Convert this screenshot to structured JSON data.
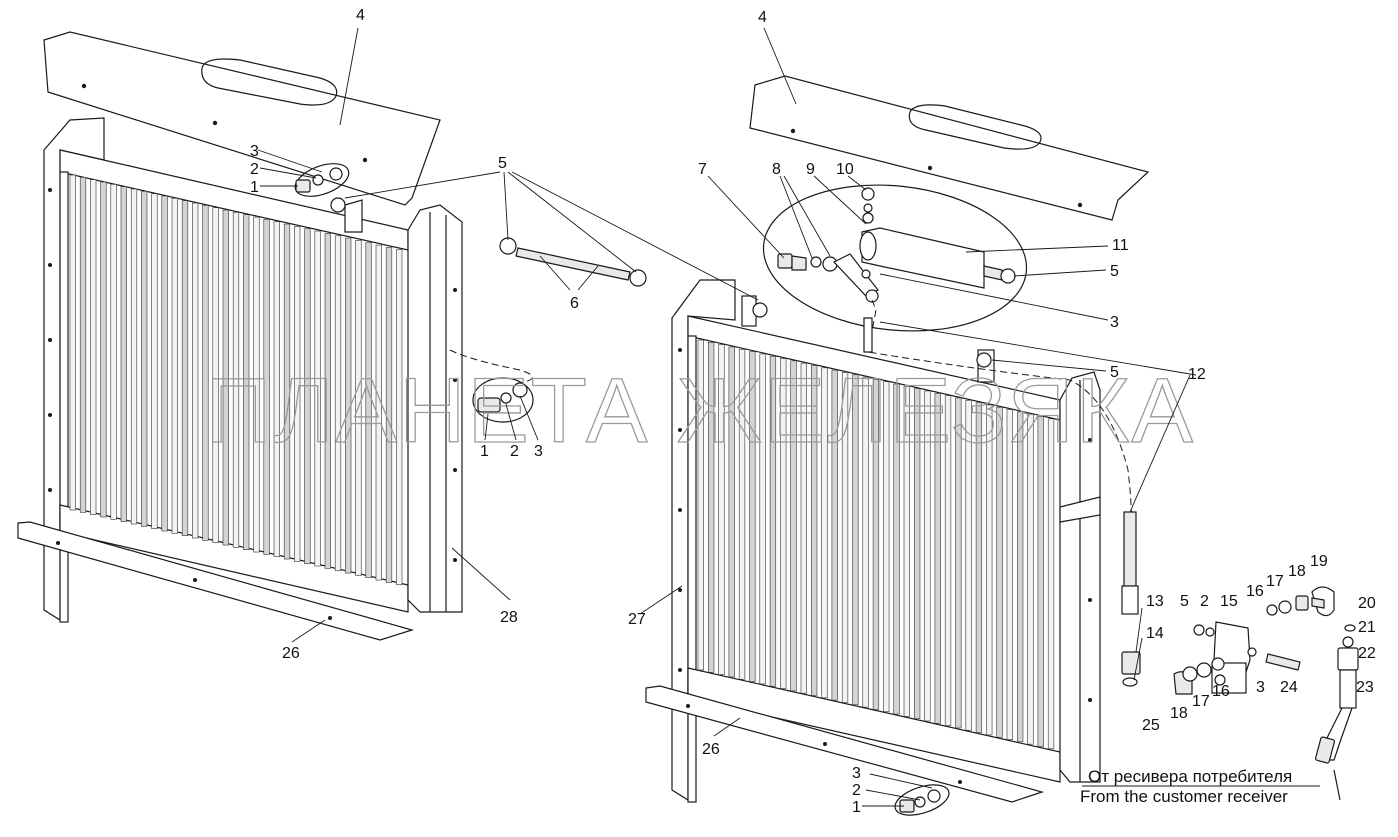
{
  "watermark": "ПЛАНЕТА ЖЕЛЕЗЯКА",
  "caption": {
    "line_ru": "От ресивера потребителя",
    "line_en": "From the customer receiver"
  },
  "callouts": {
    "l4a": "4",
    "l3a": "3",
    "l2a": "2",
    "l1a": "1",
    "l5a": "5",
    "l6": "6",
    "l1b": "1",
    "l2b": "2",
    "l3b": "3",
    "l28": "28",
    "l26a": "26",
    "l4b": "4",
    "l7": "7",
    "l8": "8",
    "l9": "9",
    "l10": "10",
    "l11": "11",
    "l5b": "5",
    "l3c": "3",
    "l5c": "5",
    "l12": "12",
    "l27": "27",
    "l13": "13",
    "l14": "14",
    "l5d": "5",
    "l2c": "2",
    "l15": "15",
    "l16a": "16",
    "l17a": "17",
    "l18a": "18",
    "l19": "19",
    "l20": "20",
    "l21": "21",
    "l22": "22",
    "l23": "23",
    "l24": "24",
    "l3d": "3",
    "l16b": "16",
    "l17b": "17",
    "l18b": "18",
    "l25": "25",
    "l26b": "26",
    "l3e": "3",
    "l2d": "2",
    "l1c": "1"
  },
  "colors": {
    "line": "#1a1a1a",
    "fin": "#d4d4d4",
    "watermark": "#9a9a9a"
  }
}
